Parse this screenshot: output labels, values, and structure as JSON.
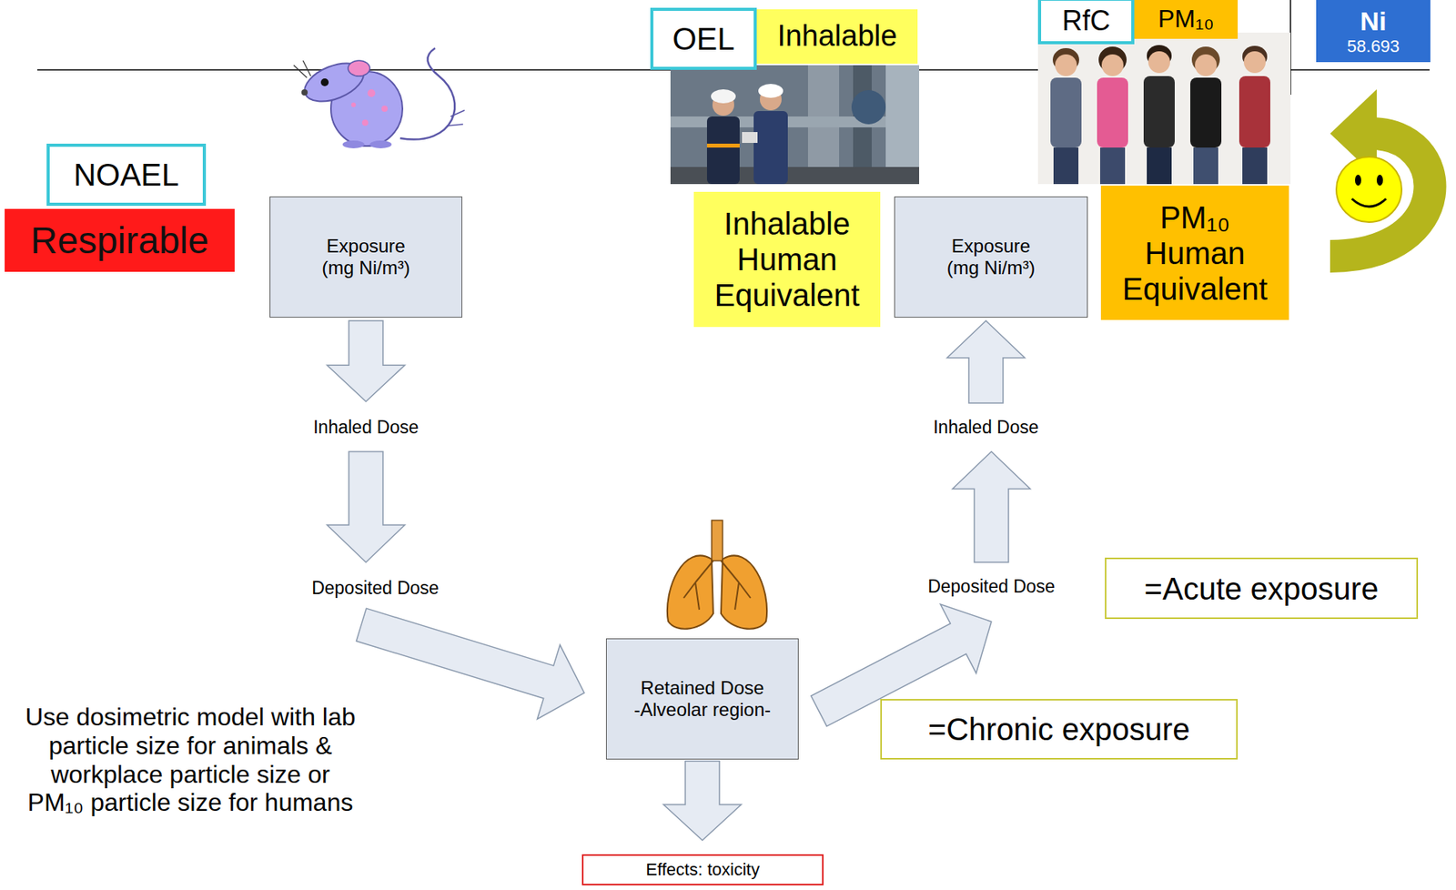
{
  "diagram": {
    "nodes": [
      {
        "text": [
          "NOAEL"
        ]
      },
      {
        "text": [
          "Respirable"
        ]
      },
      {
        "text": [
          "OEL"
        ]
      },
      {
        "text": [
          "Inhalable"
        ]
      },
      {
        "text": [
          "RfC"
        ]
      },
      {
        "text": [
          "PM₁₀"
        ]
      },
      {
        "text": [
          "Ni",
          "58.693"
        ]
      },
      {
        "text": [
          "Exposure",
          "(mg Ni/m³)"
        ]
      },
      {
        "text": [
          "Inhalable Human Equivalent"
        ]
      },
      {
        "text": [
          "Exposure",
          "(mg Ni/m³)"
        ]
      },
      {
        "text": [
          "PM₁₀ Human Equivalent"
        ]
      },
      {
        "text": [
          "Inhaled Dose"
        ]
      },
      {
        "text": [
          "Inhaled Dose"
        ]
      },
      {
        "text": [
          "Deposited Dose"
        ]
      },
      {
        "text": [
          "=Acute exposure"
        ]
      },
      {
        "text": [
          "Deposited Dose"
        ]
      },
      {
        "text": [
          "Retained Dose",
          "-Alveolar region-"
        ]
      },
      {
        "text": [
          "=Chronic exposure"
        ]
      },
      {
        "text": [
          "Effects: toxicity"
        ]
      }
    ],
    "edges": [
      {
        "from": 7,
        "to": 11,
        "arrow": "to"
      },
      {
        "from": 11,
        "to": 15,
        "arrow": "to"
      },
      {
        "from": 15,
        "to": 16,
        "arrow": "to"
      },
      {
        "from": 16,
        "to": 18,
        "arrow": "to"
      },
      {
        "from": 16,
        "to": 13,
        "arrow": "to"
      },
      {
        "from": 13,
        "to": 12,
        "arrow": "to"
      },
      {
        "from": 12,
        "to": 9,
        "arrow": "to"
      }
    ],
    "labels": [
      "Use dosimetric model with lab particle size for animals & workplace particle size or PM₁₀ particle size for humans"
    ]
  }
}
